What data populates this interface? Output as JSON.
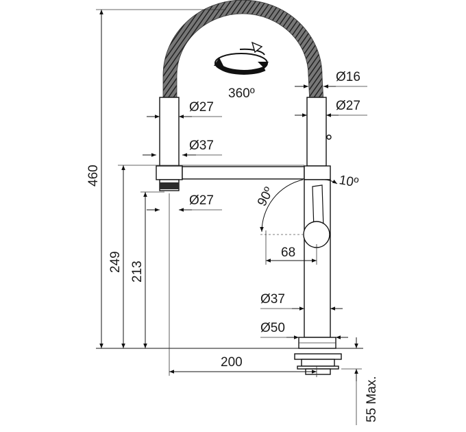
{
  "dimensions": {
    "d16": "Ø16",
    "d27_right": "Ø27",
    "d27_left_top": "Ø27",
    "d37_left": "Ø37",
    "d27_left_bottom": "Ø27",
    "d37_base": "Ø37",
    "d50_base": "Ø50",
    "h460": "460",
    "h249": "249",
    "h213": "213",
    "w200": "200",
    "w68": "68",
    "max55": "55 Max.",
    "rot360": "360º",
    "ang90": "90º",
    "ang10": "10º"
  },
  "colors": {
    "line": "#111111",
    "hose": "#3a3a3a"
  }
}
